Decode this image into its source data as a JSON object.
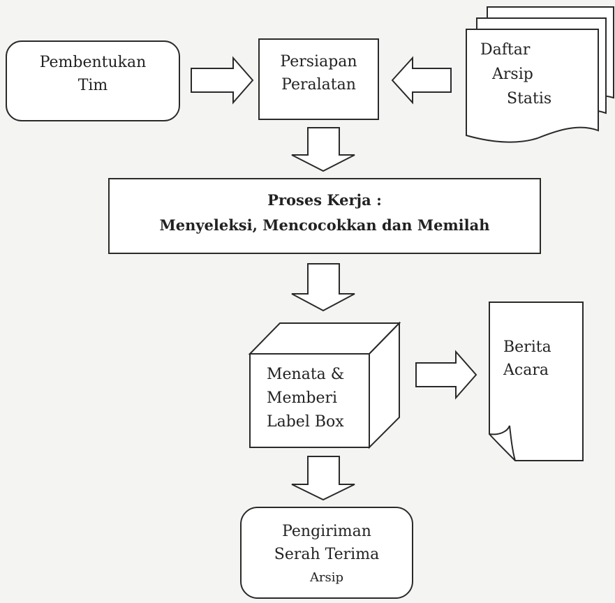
{
  "nodes": {
    "team_formation": {
      "line1": "Pembentukan",
      "line2": "Tim"
    },
    "equipment_prep": {
      "line1": "Persiapan",
      "line2": "Peralatan"
    },
    "archive_list": {
      "line1": "Daftar",
      "line2": "Arsip",
      "line3": "Statis"
    },
    "work_process": {
      "line1": "Proses Kerja :",
      "line2": "Menyeleksi, Mencocokkan dan Memilah"
    },
    "labeling_box": {
      "line1": "Menata &",
      "line2": "Memberi",
      "line3": "Label Box"
    },
    "minutes_doc": {
      "line1": "Berita",
      "line2": "Acara"
    },
    "delivery": {
      "line1": "Pengiriman",
      "line2": "Serah Terima",
      "line3": "Arsip"
    }
  },
  "colors": {
    "stroke": "#2a2a2a",
    "fill": "#ffffff",
    "background": "#f4f4f2"
  }
}
